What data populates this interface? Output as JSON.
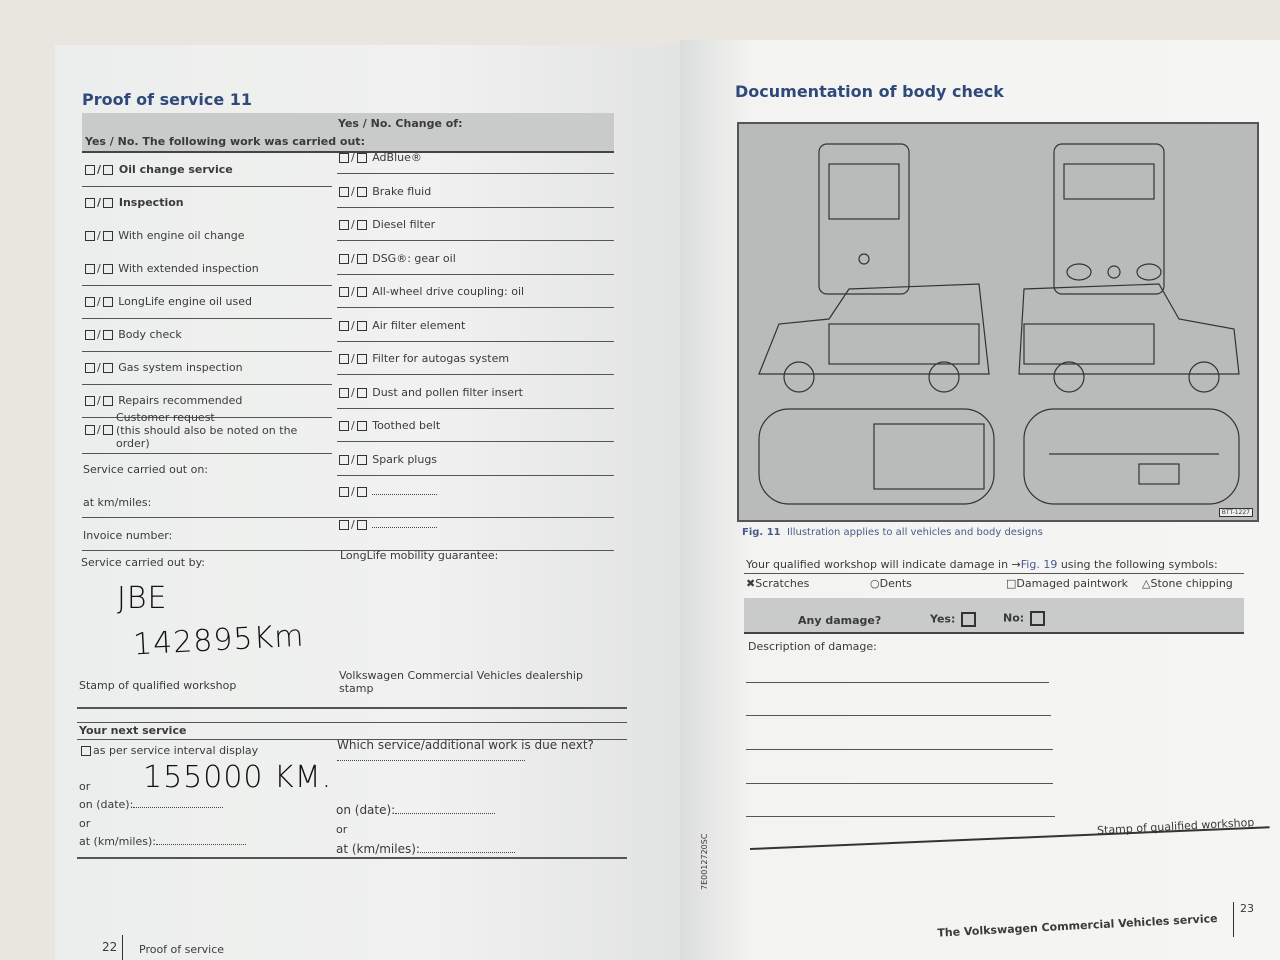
{
  "left_page": {
    "title": "Proof of service 11",
    "col1_header": "Yes / No. The following work was carried out:",
    "col2_header": "Yes / No. Change of:",
    "yes_no_mark": "/",
    "work_items": [
      "Oil change service",
      "Inspection",
      "With engine oil change",
      "With extended inspection",
      "LongLife engine oil used",
      "Body check",
      "Gas system inspection",
      "Repairs recommended"
    ],
    "customer_request": "Customer request",
    "customer_request_note": "(this should also be noted on the order)",
    "change_items": [
      "AdBlue®",
      "Brake fluid",
      "Diesel filter",
      "DSG®: gear oil",
      "All-wheel drive coupling: oil",
      "Air filter element",
      "Filter for autogas system",
      "Dust and pollen filter insert",
      "Toothed belt",
      "Spark plugs"
    ],
    "service_carried_out_on": "Service carried out on:",
    "at_km_miles": "at km/miles:",
    "invoice_number": "Invoice number:",
    "service_carried_out_by": "Service carried out by:",
    "longlife_guarantee": "LongLife mobility guarantee:",
    "handwritten_initials": "JBE",
    "handwritten_km": "142895Km",
    "stamp_workshop": "Stamp of qualified workshop",
    "dealership_stamp": "Volkswagen Commercial Vehicles dealership stamp",
    "next_service": {
      "heading": "Your next service",
      "interval_display": "as per service interval display",
      "or": "or",
      "on_date": "on (date):",
      "at_km": "at (km/miles):",
      "handwritten_next": "155000 KM.",
      "which_service": "Which service/additional work is due next?"
    },
    "page_number": "22",
    "footer_section": "Proof of service"
  },
  "right_page": {
    "title": "Documentation of body check",
    "figure_code": "BTT-1227",
    "fig_label": "Fig. 11",
    "fig_caption": "Illustration applies to all vehicles and body designs",
    "symbols_intro": "Your qualified workshop will indicate damage in →",
    "symbols_ref": "Fig. 19",
    "symbols_outro": "using the following symbols:",
    "symbols": [
      {
        "icon": "cross",
        "label": "Scratches"
      },
      {
        "icon": "circle",
        "label": "Dents"
      },
      {
        "icon": "square",
        "label": "Damaged paintwork"
      },
      {
        "icon": "triangle",
        "label": "Stone chipping"
      }
    ],
    "any_damage": "Any damage?",
    "yes": "Yes:",
    "no": "No:",
    "description": "Description of damage:",
    "stamp_workshop": "Stamp of qualified workshop",
    "side_code": "7E0012720SC",
    "footer_section": "The Volkswagen Commercial Vehicles service",
    "page_number": "23"
  }
}
